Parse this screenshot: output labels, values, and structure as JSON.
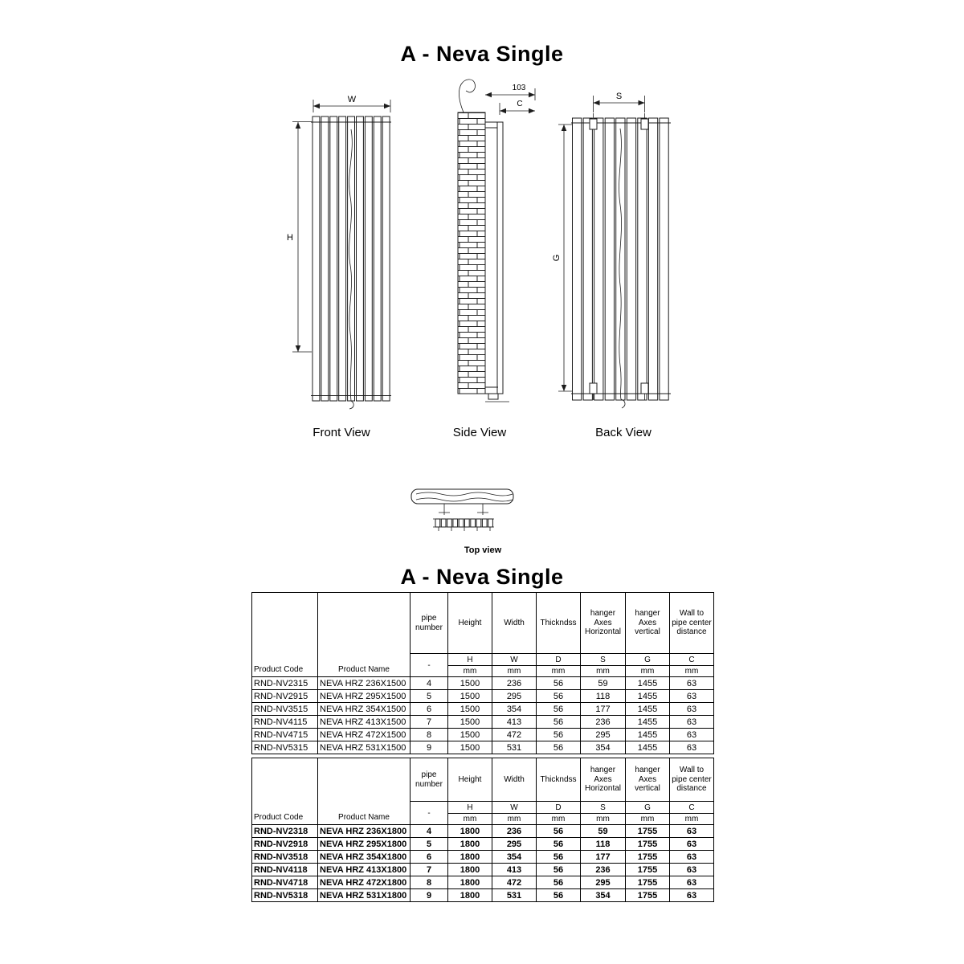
{
  "titles": {
    "diagram_title": "A - Neva Single",
    "table_title": "A - Neva Single"
  },
  "diagram": {
    "front": {
      "caption": "Front View",
      "width_label": "W",
      "height_label": "H"
    },
    "side": {
      "caption": "Side View",
      "offset_label": "103",
      "wall_distance_label": "C"
    },
    "back": {
      "caption": "Back View",
      "hanger_span_label": "S",
      "hanger_height_label": "G"
    },
    "top": {
      "caption": "Top view"
    }
  },
  "table_header": {
    "product_code": "Product Code",
    "product_name": "Product Name",
    "pipe_number": "pipe\nnumber",
    "height": "Height",
    "width": "Width",
    "thickness": "Thickndss",
    "hanger_axes_horizontal": "hanger\nAxes\nHorizontal",
    "hanger_axes_vertical": "hanger\nAxes\nvertical",
    "wall_to_pipe_center": "Wall to\npipe center\ndistance",
    "pipe_number_symbol": "-",
    "symbols": [
      "H",
      "W",
      "D",
      "S",
      "G",
      "C"
    ],
    "units": [
      "mm",
      "mm",
      "mm",
      "mm",
      "mm",
      "mm"
    ]
  },
  "tables": [
    {
      "rows": [
        [
          "RND-NV2315",
          "NEVA HRZ 236X1500",
          "4",
          "1500",
          "236",
          "56",
          "59",
          "1455",
          "63"
        ],
        [
          "RND-NV2915",
          "NEVA HRZ 295X1500",
          "5",
          "1500",
          "295",
          "56",
          "118",
          "1455",
          "63"
        ],
        [
          "RND-NV3515",
          "NEVA HRZ 354X1500",
          "6",
          "1500",
          "354",
          "56",
          "177",
          "1455",
          "63"
        ],
        [
          "RND-NV4115",
          "NEVA HRZ 413X1500",
          "7",
          "1500",
          "413",
          "56",
          "236",
          "1455",
          "63"
        ],
        [
          "RND-NV4715",
          "NEVA HRZ 472X1500",
          "8",
          "1500",
          "472",
          "56",
          "295",
          "1455",
          "63"
        ],
        [
          "RND-NV5315",
          "NEVA HRZ 531X1500",
          "9",
          "1500",
          "531",
          "56",
          "354",
          "1455",
          "63"
        ]
      ]
    },
    {
      "rows": [
        [
          "RND-NV2318",
          "NEVA HRZ 236X1800",
          "4",
          "1800",
          "236",
          "56",
          "59",
          "1755",
          "63"
        ],
        [
          "RND-NV2918",
          "NEVA HRZ 295X1800",
          "5",
          "1800",
          "295",
          "56",
          "118",
          "1755",
          "63"
        ],
        [
          "RND-NV3518",
          "NEVA HRZ 354X1800",
          "6",
          "1800",
          "354",
          "56",
          "177",
          "1755",
          "63"
        ],
        [
          "RND-NV4118",
          "NEVA HRZ 413X1800",
          "7",
          "1800",
          "413",
          "56",
          "236",
          "1755",
          "63"
        ],
        [
          "RND-NV4718",
          "NEVA HRZ 472X1800",
          "8",
          "1800",
          "472",
          "56",
          "295",
          "1755",
          "63"
        ],
        [
          "RND-NV5318",
          "NEVA HRZ 531X1800",
          "9",
          "1800",
          "531",
          "56",
          "354",
          "1755",
          "63"
        ]
      ]
    }
  ]
}
